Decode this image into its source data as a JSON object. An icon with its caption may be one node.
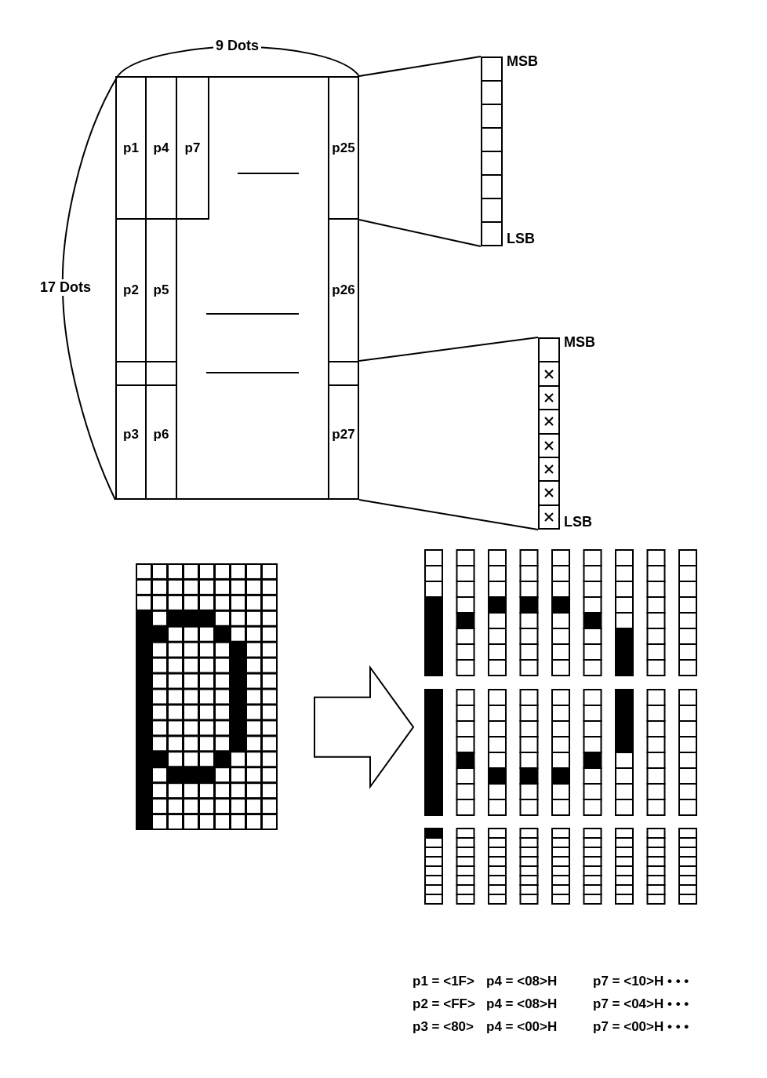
{
  "diagram": {
    "nodes": [
      {
        "text": [],
        "shape": "box"
      },
      {
        "text": [
          "p1"
        ],
        "in": 0
      },
      {
        "text": [
          "p4"
        ],
        "in": 0
      },
      {
        "text": [
          "p7"
        ],
        "in": 0
      },
      {
        "text": [
          "p25"
        ],
        "in": 0
      },
      {
        "text": [
          "p2"
        ],
        "in": 0
      },
      {
        "text": [
          "p5"
        ],
        "in": 0
      },
      {
        "text": [
          "p26"
        ],
        "in": 0
      },
      {
        "text": [
          "p3"
        ],
        "in": 0
      },
      {
        "text": [
          "p6"
        ],
        "in": 0
      },
      {
        "text": [
          "p27"
        ],
        "in": 0
      },
      {
        "text": [],
        "shape": "bar",
        "beside": [
          "MSB",
          "LSB"
        ]
      },
      {
        "text": [],
        "shape": "bar",
        "beside": [
          "MSB",
          "LSB"
        ]
      },
      {
        "text": [],
        "shape": "picture"
      },
      {
        "text": [],
        "shape": "picture"
      }
    ],
    "edges": [
      {
        "from": 4,
        "to": 11,
        "arrow": "none"
      },
      {
        "from": 4,
        "to": 11,
        "arrow": "none"
      },
      {
        "from": 10,
        "to": 12,
        "arrow": "none"
      },
      {
        "from": 10,
        "to": 12,
        "arrow": "none"
      },
      {
        "from": 13,
        "to": 14,
        "arrow": "to",
        "style": "thick"
      }
    ],
    "labels": [
      "9 Dots",
      "17 Dots",
      "p1 = <1F>",
      "p4 = <08>H",
      "p7 = <10>H • • •",
      "p2 = <FF>",
      "p4 = <08>H",
      "p7 = <04>H • • •",
      "p3 = <80>",
      "p4 = <00>H",
      "p7 = <00>H • • •"
    ]
  }
}
